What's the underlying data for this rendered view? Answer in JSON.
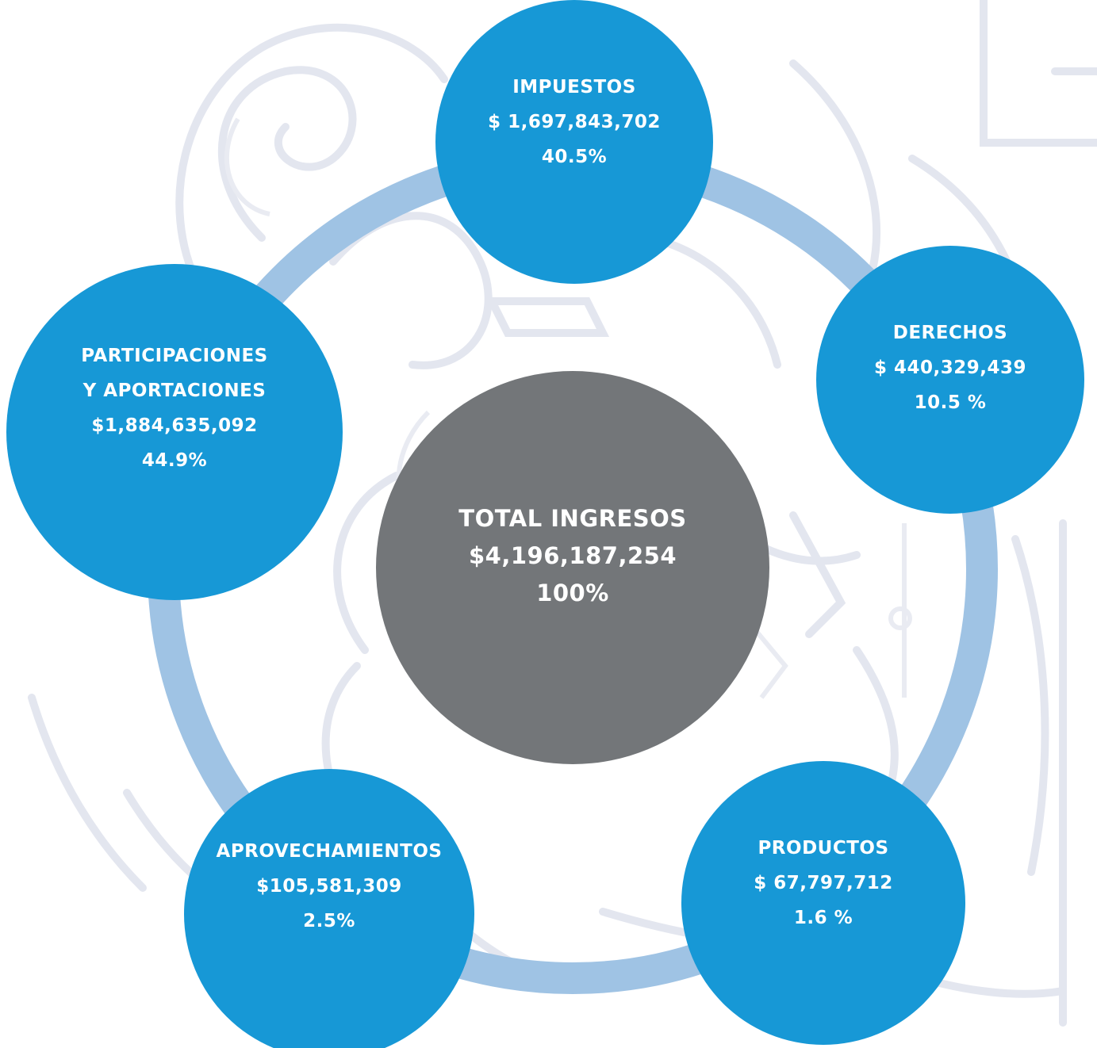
{
  "diagram": {
    "center": {
      "title": "TOTAL INGRESOS",
      "amount": "$4,196,187,254",
      "percent": "100%"
    },
    "nodes": {
      "impuestos": {
        "title": "IMPUESTOS",
        "amount": "$ 1,697,843,702",
        "percent": "40.5%"
      },
      "derechos": {
        "title": "DERECHOS",
        "amount": "$ 440,329,439",
        "percent": "10.5 %"
      },
      "participaciones": {
        "title_line1": "PARTICIPACIONES",
        "title_line2": "Y APORTACIONES",
        "amount": "$1,884,635,092",
        "percent": "44.9%"
      },
      "aprovechamientos": {
        "title": "APROVECHAMIENTOS",
        "amount": "$105,581,309",
        "percent": "2.5%"
      },
      "productos": {
        "title": "PRODUCTOS",
        "amount": "$ 67,797,712",
        "percent": "1.6 %"
      }
    },
    "colors": {
      "node_blue": "#1798d6",
      "center_gray": "#737679",
      "ring_light_blue": "#9fc3e4",
      "watermark": "#e6e8f0"
    }
  }
}
